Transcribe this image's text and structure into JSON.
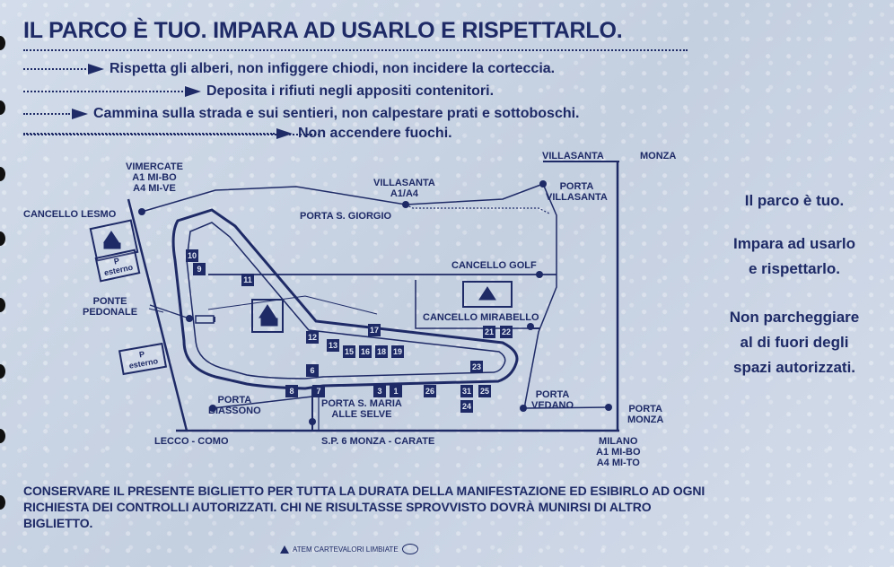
{
  "header": {
    "title": "IL PARCO È TUO. IMPARA AD USARLO E RISPETTARLO.",
    "rules": [
      "Rispetta gli alberi, non infiggere chiodi, non incidere la corteccia.",
      "Deposita i rifiuti negli appositi contenitori.",
      "Cammina sulla strada e sui sentieri, non calpestare prati e sottoboschi.",
      "Non accendere fuochi."
    ]
  },
  "map": {
    "labels": {
      "vimercate": "VIMERCATE\nA1 MI-BO\nA4 MI-VE",
      "cancello_lesmo": "CANCELLO LESMO",
      "villasanta_a1": "VILLASANTA\nA1/A4",
      "porta_s_giorgio": "PORTA S. GIORGIO",
      "villasanta": "VILLASANTA",
      "monza": "MONZA",
      "porta_villasanta": "PORTA\nVILLASANTA",
      "cancello_golf": "CANCELLO GOLF",
      "cancello_mirabello": "CANCELLO MIRABELLO",
      "ponte_pedonale": "PONTE\nPEDONALE",
      "porta_biassono": "PORTA\nBIASSONO",
      "porta_s_maria": "PORTA S. MARIA\nALLE SELVE",
      "porta_vedano": "PORTA\nVEDANO",
      "porta_monza": "PORTA\nMONZA",
      "lecco_como": "LECCO - COMO",
      "sp6": "S.P. 6 MONZA - CARATE",
      "milano": "MILANO\nA1 MI-BO\nA4 MI-TO",
      "parking_external": "P\nesterno"
    },
    "markers": [
      "10",
      "9",
      "11",
      "12",
      "13",
      "15",
      "16",
      "18",
      "19",
      "17",
      "21",
      "22",
      "6",
      "23",
      "7",
      "8",
      "3",
      "1",
      "26",
      "31",
      "25",
      "24"
    ]
  },
  "side_text": [
    "Il parco è tuo.",
    "Impara ad usarlo",
    "e rispettarlo.",
    "Non parcheggiare",
    "al di fuori degli",
    "spazi autorizzati."
  ],
  "footer": {
    "notice": "CONSERVARE IL PRESENTE BIGLIETTO PER TUTTA LA DURATA DELLA MANIFESTAZIONE ED ESIBIRLO AD OGNI RICHIESTA DEI CONTROLLI AUTORIZZATI. CHI NE RISULTASSE SPROVVISTO DOVRÀ MUNIRSI DI ALTRO BIGLIETTO.",
    "printer": "ATEM CARTEVALORI LIMBIATE"
  },
  "colors": {
    "ink": "#1e2a66",
    "paper": "#c9d4e4"
  }
}
